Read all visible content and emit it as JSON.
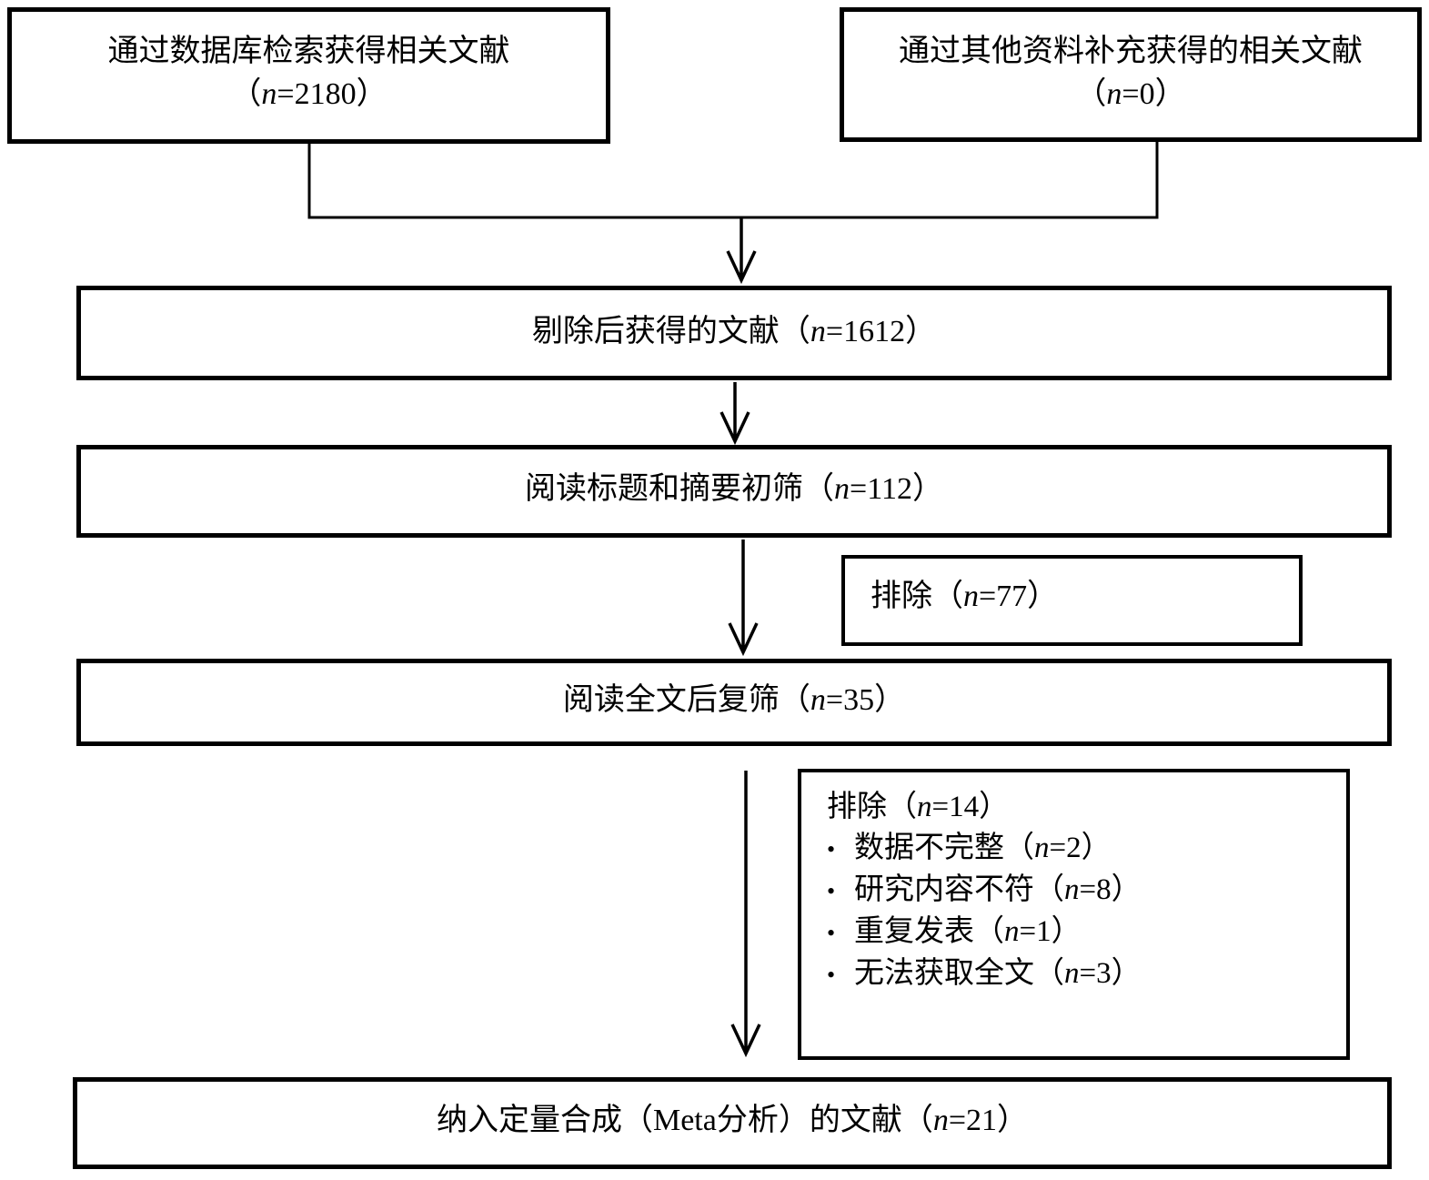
{
  "diagram": {
    "kind": "literature-screening-flowchart",
    "line_color": "#000000",
    "background": "#ffffff"
  },
  "boxes": {
    "database": {
      "line1": "通过数据库检索获得相关文献",
      "line2": "（n=2180）"
    },
    "other_sources": {
      "line1": "通过其他资料补充获得的相关文献",
      "line2": "（n=0）"
    },
    "after_dedup": {
      "label": "剔除后获得的文献（n=1612）"
    },
    "title_abstract_screen": {
      "label": "阅读标题和摘要初筛（n=112）"
    },
    "excluded_initial": {
      "label": "排除（n=77）"
    },
    "fulltext_screen": {
      "label": "阅读全文后复筛（n=35）"
    },
    "excluded_fulltext": {
      "title": "排除（n=14）",
      "bullet_char": "•",
      "items": [
        "数据不完整（n=2）",
        "研究内容不符（n=8）",
        "重复发表（n=1）",
        "无法获取全文（n=3）"
      ]
    },
    "included": {
      "label": "纳入定量合成（Meta分析）的文献（n=21）"
    }
  }
}
